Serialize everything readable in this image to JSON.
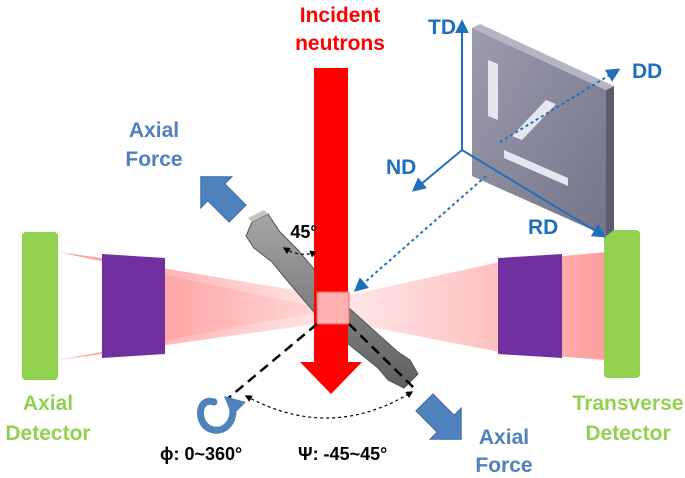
{
  "labels": {
    "incident_line1": "Incident",
    "incident_line2": "neutrons",
    "axial_force_top_line1": "Axial",
    "axial_force_top_line2": "Force",
    "axial_force_bottom_line1": "Axial",
    "axial_force_bottom_line2": "Force",
    "axial_detector_line1": "Axial",
    "axial_detector_line2": "Detector",
    "transverse_detector_line1": "Transverse",
    "transverse_detector_line2": "Detector",
    "angle_45": "45°",
    "phi_range": "ϕ: 0~360°",
    "psi_range": "Ψ: -45~45°",
    "td": "TD",
    "dd": "DD",
    "nd": "ND",
    "rd": "RD"
  },
  "colors": {
    "neutron_beam": "#ff0000",
    "incident_text": "#ff0000",
    "detector_green": "#92d050",
    "detector_label_green": "#92d050",
    "collimator_purple": "#7030a0",
    "force_arrow_blue": "#4f81bd",
    "axis_blue": "#1f6fbf",
    "axial_force_text": "#4f81bd",
    "beam_cone_pink": "#ff9c9c",
    "specimen_gray": "#7f7f7f",
    "plate_gray": "#8a8a9a"
  },
  "icons": {
    "rotation": "rotation-arrow-icon"
  }
}
